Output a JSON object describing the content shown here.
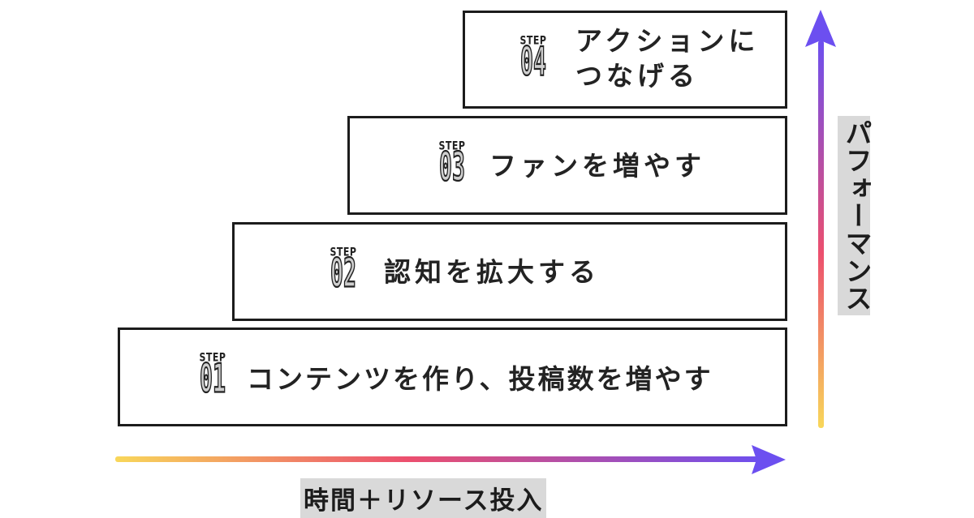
{
  "steps": [
    {
      "word": "STEP",
      "number": "01",
      "label": "コンテンツを作り、投稿数を増やす"
    },
    {
      "word": "STEP",
      "number": "02",
      "label": "認知を拡大する"
    },
    {
      "word": "STEP",
      "number": "03",
      "label": "ファンを増やす"
    },
    {
      "word": "STEP",
      "number": "04",
      "label_line1": "アクションに",
      "label_line2": "つなげる"
    }
  ],
  "x_axis": {
    "label": "時間＋リソース投入"
  },
  "y_axis": {
    "label": "パフォーマンス"
  },
  "colors": {
    "gradient_start": "#f8d75a",
    "gradient_mid": "#ec4f6e",
    "gradient_end": "#6c4ff0",
    "label_bg": "#d9d9d9",
    "box_border": "#1c1c1c"
  }
}
